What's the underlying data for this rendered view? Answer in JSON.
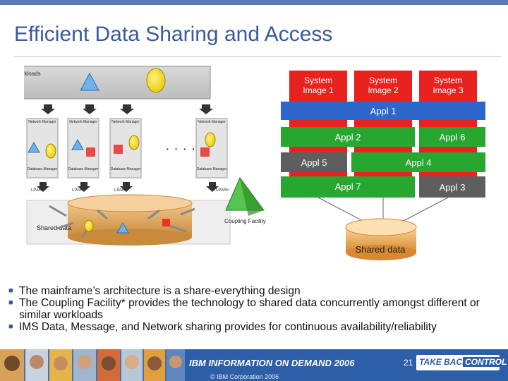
{
  "slide": {
    "title": "Efficient Data Sharing and Access",
    "page_number": "21",
    "footer_brand": "IBM INFORMATION ON DEMAND 2006",
    "copyright": "© IBM Corporation 2006",
    "badge_take": "TAKE BACK",
    "badge_control": "CONTROL"
  },
  "left_diagram": {
    "workloads_label": "Workloads",
    "lpars": [
      {
        "top": "Network Manager",
        "bottom": "Database Manager",
        "label": "LPAR1"
      },
      {
        "top": "Network Manager",
        "bottom": "Database Manager",
        "label": "LPAR2"
      },
      {
        "top": "Network Manager",
        "bottom": "Database Manager",
        "label": "LPAR3"
      },
      {
        "top": "Network Manager",
        "bottom": "Database Manager",
        "label": "LPARn"
      }
    ],
    "ellipsis": "· · · ·",
    "shared_data_label": "Shared data",
    "coupling_facility_label": "Coupling Facility"
  },
  "right_diagram": {
    "system_images": [
      {
        "line1": "System",
        "line2": "Image 1"
      },
      {
        "line1": "System",
        "line2": "Image 2"
      },
      {
        "line1": "System",
        "line2": "Image 3"
      }
    ],
    "appl_rows": [
      [
        "Appl 1"
      ],
      [
        "Appl 2",
        "Appl 6"
      ],
      [
        "Appl 5",
        "Appl 4"
      ],
      [
        "Appl 7",
        "Appl 3"
      ]
    ],
    "shared_data_label": "Shared data"
  },
  "bullets": [
    "The mainframe’s architecture is a share-everything design",
    "The Coupling Facility* provides the technology to shared data concurrently amongst different or similar workloads",
    "IMS Data, Message, and Network sharing provides for continuous availability/reliability"
  ],
  "colors": {
    "title": "#3a5a9a",
    "red_box": "#e8231f",
    "blue_bar": "#2f66c9",
    "green_bar": "#27a630",
    "gray_bar": "#5e5e5e",
    "footer": "#2d5ea8"
  }
}
